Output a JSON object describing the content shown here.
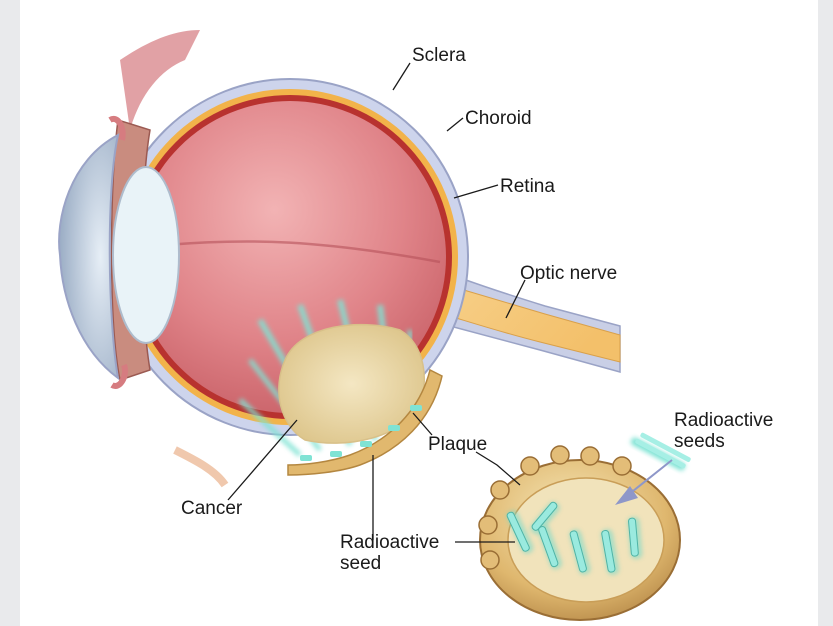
{
  "labels": {
    "sclera": "Sclera",
    "choroid": "Choroid",
    "retina": "Retina",
    "optic_nerve": "Optic nerve",
    "radioactive_seeds": "Radioactive\nseeds",
    "plaque": "Plaque",
    "cancer": "Cancer",
    "radioactive_seed": "Radioactive\nseed"
  },
  "colors": {
    "background": "#e9eaec",
    "sclera": "#c8cfe8",
    "choroid": "#f2b34a",
    "retina": "#b8322f",
    "vitreous": "#d9757a",
    "tumor": "#e8d7a8",
    "plaque_gold": "#d9b069",
    "seed_glow": "#7fe3d4"
  }
}
